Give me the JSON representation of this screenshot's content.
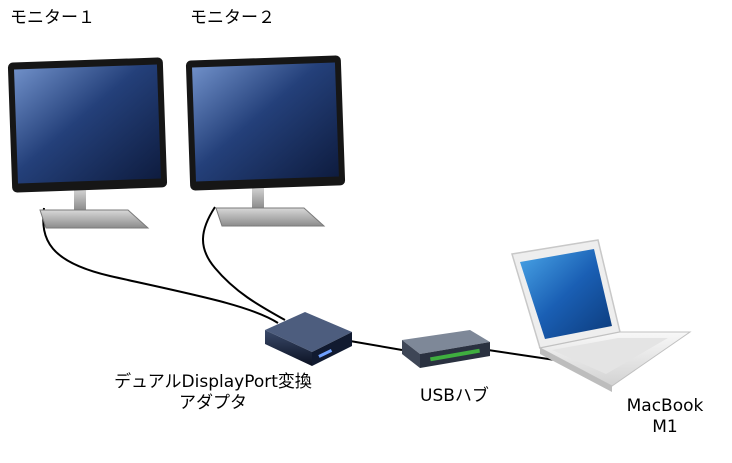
{
  "nodes": {
    "monitor1": {
      "label": "モニター１"
    },
    "monitor2": {
      "label": "モニター２"
    },
    "adapter": {
      "label_line1": "デュアルDisplayPort変換",
      "label_line2": "アダプタ"
    },
    "hub": {
      "label": "USBハブ"
    },
    "laptop": {
      "label_line1": "MacBook",
      "label_line2": "M1"
    }
  },
  "connections": [
    {
      "from": "monitor1",
      "to": "adapter"
    },
    {
      "from": "monitor2",
      "to": "adapter"
    },
    {
      "from": "adapter",
      "to": "hub"
    },
    {
      "from": "hub",
      "to": "laptop"
    }
  ],
  "colors": {
    "cable": "#000000",
    "screen": "#2f4f8f",
    "bezel": "#1a1a1a",
    "stand": "#b5b5b5"
  }
}
